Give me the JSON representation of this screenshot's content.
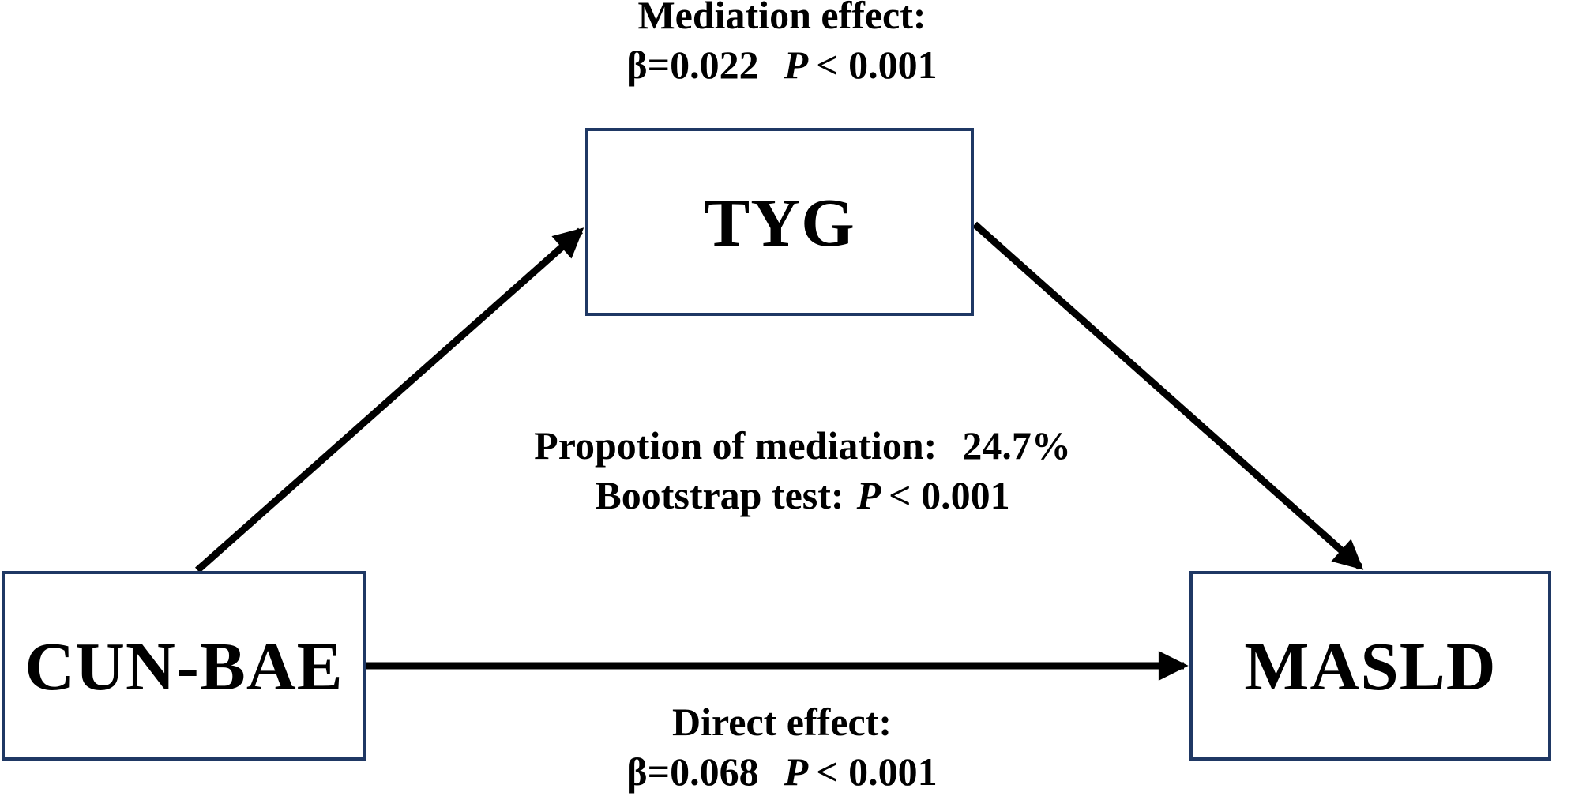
{
  "figure": {
    "background": "#ffffff",
    "box_border_color": "#1f3864",
    "text_color": "#000000",
    "arrow_color": "#000000"
  },
  "nodes": {
    "mediator": {
      "label": "TYG"
    },
    "exposure": {
      "label": "CUN-BAE"
    },
    "outcome": {
      "label": "MASLD"
    }
  },
  "annotations": {
    "mediation_effect": {
      "title": "Mediation effect:",
      "beta": "β=0.022",
      "p_symbol": "P",
      "p_rest": "< 0.001"
    },
    "proportion_of_mediation": {
      "label": "Propotion of mediation:",
      "value": "24.7%"
    },
    "bootstrap_test": {
      "label": "Bootstrap test:",
      "p_symbol": "P",
      "p_rest": "< 0.001"
    },
    "direct_effect": {
      "title": "Direct effect:",
      "beta": "β=0.068",
      "p_symbol": "P",
      "p_rest": "< 0.001"
    }
  }
}
